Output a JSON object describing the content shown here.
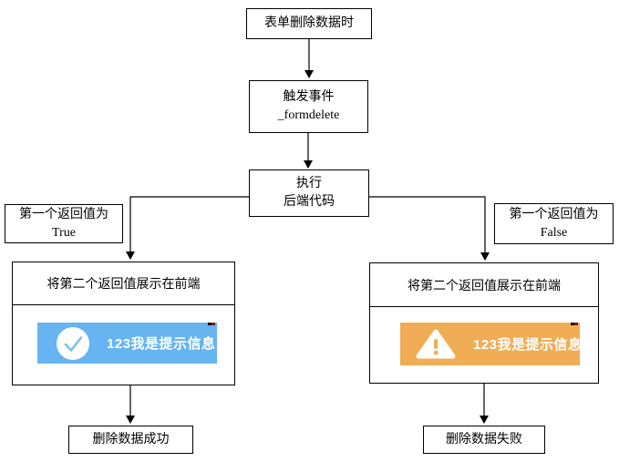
{
  "diagram": {
    "nodes": {
      "start": {
        "label": "表单删除数据时"
      },
      "trigger": {
        "line1": "触发事件",
        "line2": "_formdelete"
      },
      "execute": {
        "line1": "执行",
        "line2": "后端代码"
      },
      "cond_true": {
        "line1": "第一个返回值为",
        "line2": "True"
      },
      "cond_false": {
        "line1": "第一个返回值为",
        "line2": "False"
      },
      "show_true": {
        "title": "将第二个返回值展示在前端"
      },
      "show_false": {
        "title": "将第二个返回值展示在前端"
      },
      "toast_success": {
        "text": "123我是提示信息",
        "icon": "check-circle-icon",
        "background": "#66b4f0"
      },
      "toast_warning": {
        "text": "123我是提示信息",
        "icon": "warning-triangle-icon",
        "background": "#f0ad55"
      },
      "end_success": {
        "label": "删除数据成功"
      },
      "end_failure": {
        "label": "删除数据失败"
      }
    },
    "colors": {
      "line": "#000000",
      "box_border": "#000000",
      "box_background": "#ffffff",
      "success_accent": "#66b4f0",
      "warning_accent": "#f0ad55",
      "toast_text": "#ffffff"
    }
  }
}
